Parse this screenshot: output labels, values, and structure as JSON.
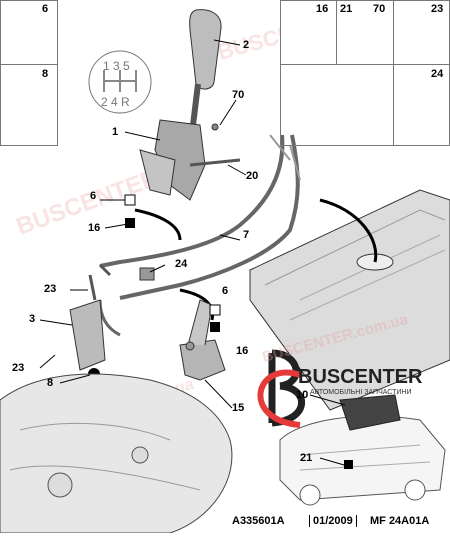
{
  "diagram": {
    "parts": [
      {
        "id": "p6a",
        "label": "6"
      },
      {
        "id": "p8a",
        "label": "8"
      },
      {
        "id": "p16a",
        "label": "16"
      },
      {
        "id": "p21a",
        "label": "21"
      },
      {
        "id": "p70a",
        "label": "70"
      },
      {
        "id": "p23a",
        "label": "23"
      },
      {
        "id": "p24a",
        "label": "24"
      },
      {
        "id": "p2",
        "label": "2"
      },
      {
        "id": "p70b",
        "label": "70"
      },
      {
        "id": "p1",
        "label": "1"
      },
      {
        "id": "p20",
        "label": "20"
      },
      {
        "id": "p6b",
        "label": "6"
      },
      {
        "id": "p16b",
        "label": "16"
      },
      {
        "id": "p7",
        "label": "7"
      },
      {
        "id": "p24b",
        "label": "24"
      },
      {
        "id": "p23b",
        "label": "23"
      },
      {
        "id": "p3",
        "label": "3"
      },
      {
        "id": "p6c",
        "label": "6"
      },
      {
        "id": "p16c",
        "label": "16"
      },
      {
        "id": "p23c",
        "label": "23"
      },
      {
        "id": "p8b",
        "label": "8"
      },
      {
        "id": "p15",
        "label": "15"
      },
      {
        "id": "p10",
        "label": "10"
      },
      {
        "id": "p21b",
        "label": "21"
      }
    ],
    "gear_pattern": {
      "top": "1 3 5",
      "bottom": "2 4 R"
    },
    "footer": {
      "ref": "A335601A",
      "date": "01/2009",
      "code": "MF 24A01A"
    },
    "brand": {
      "name": "BUSCENTER",
      "tagline": "АВТОМОБІЛЬНІ ЗАПЧАСТИНИ",
      "watermark": "BUSCENTER.com.ua"
    },
    "colors": {
      "line": "#000000",
      "part_fill": "#b8b8b8",
      "part_dark": "#6e6e6e",
      "floor": "#d8d8d8",
      "brand_red": "#e63a3a"
    }
  }
}
